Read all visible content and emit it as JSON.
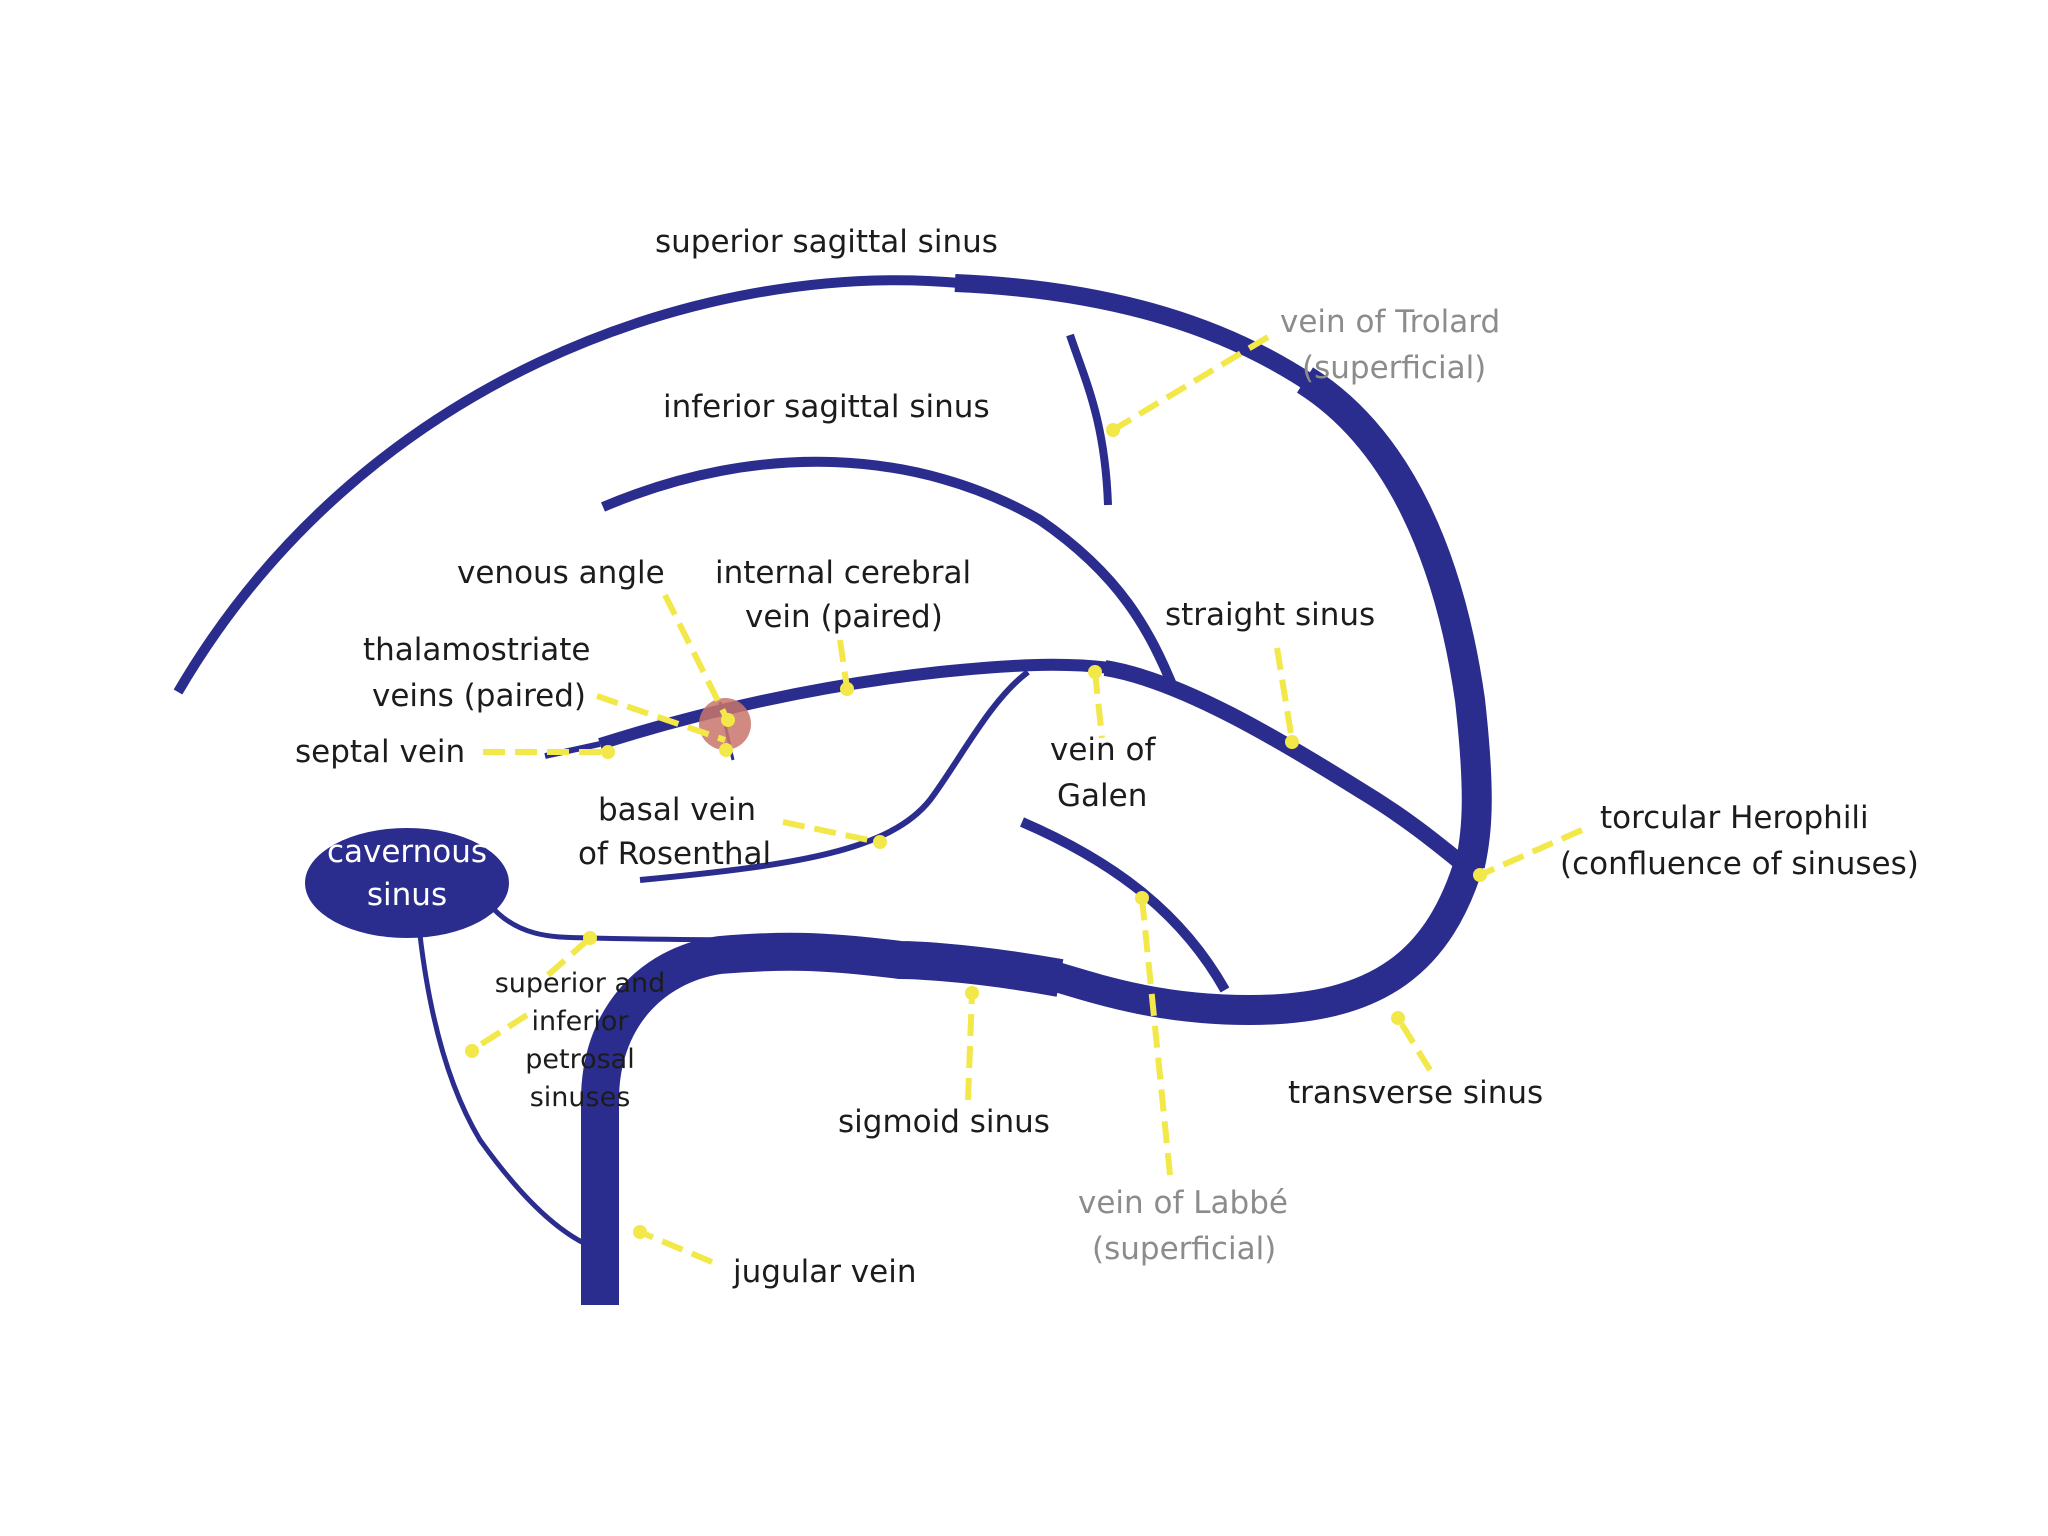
{
  "colors": {
    "vessel": "#2b2d8e",
    "leader": "#f2e84a",
    "text": "#1c1c1c",
    "superficial_text": "#8c8c8c",
    "venous_angle_marker": "#c9766b",
    "cavernous_text": "#ffffff"
  },
  "labels": {
    "superior_sagittal": "superior sagittal sinus",
    "trolard_1": "vein of Trolard",
    "trolard_2": "(superficial)",
    "inferior_sagittal": "inferior sagittal sinus",
    "venous_angle": "venous angle",
    "internal_cerebral_1": "internal cerebral",
    "internal_cerebral_2": "vein (paired)",
    "thalamostriate_1": "thalamostriate",
    "thalamostriate_2": "veins (paired)",
    "septal": "septal vein",
    "straight": "straight sinus",
    "galen_1": "vein of",
    "galen_2": "Galen",
    "basal_1": "basal vein",
    "basal_2": "of Rosenthal",
    "cavernous_1": "cavernous",
    "cavernous_2": "sinus",
    "petrosal_1": "superior and",
    "petrosal_2": "inferior",
    "petrosal_3": "petrosal",
    "petrosal_4": "sinuses",
    "torcular_1": "torcular Herophili",
    "torcular_2": "(confluence of sinuses)",
    "transverse": "transverse sinus",
    "sigmoid": "sigmoid sinus",
    "labbe_1": "vein of Labbé",
    "labbe_2": "(superficial)",
    "jugular": "jugular vein"
  }
}
